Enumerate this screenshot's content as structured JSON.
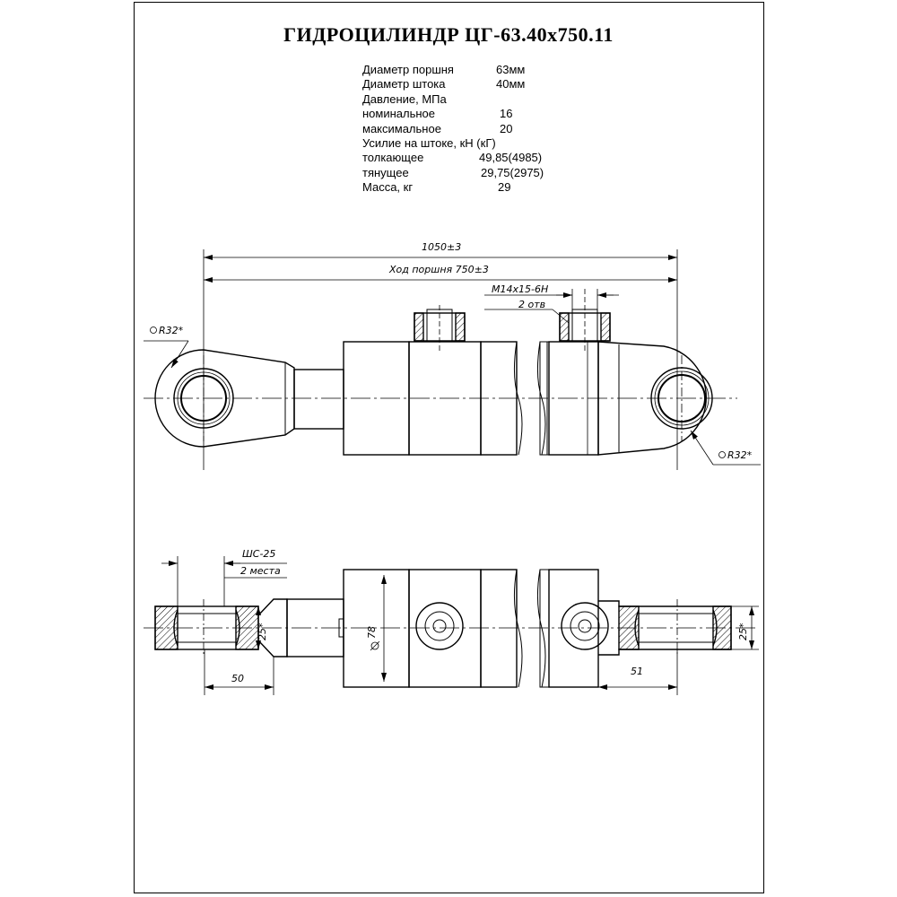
{
  "title": "ГИДРОЦИЛИНДР  ЦГ-63.40х750.11",
  "specs": [
    {
      "label": "Диаметр поршня",
      "value": "63мм"
    },
    {
      "label": "Диаметр штока",
      "value": "40мм"
    },
    {
      "label": "Давление, МПа",
      "value": ""
    },
    {
      "label": "номинальное",
      "value": "16"
    },
    {
      "label": "максимальное",
      "value": "20"
    },
    {
      "label": "Усилие на штоке, кН (кГ)",
      "value": ""
    },
    {
      "label": "толкающее",
      "value": "49,85(4985)"
    },
    {
      "label": "тянущее",
      "value": "29,75(2975)"
    },
    {
      "label": "Масса, кг",
      "value": "29"
    }
  ],
  "dims": {
    "overall": "1050±3",
    "stroke": "Ход поршня 750±3",
    "thread": "М14х15-6Н",
    "thread_count": "2 отв",
    "radius_left": "R32*",
    "radius_right": "R32*",
    "bearing": "ШС-25",
    "bearing_count": "2 места",
    "width_left": "50",
    "width_right": "51",
    "diameter": "78",
    "eye_left": "25*",
    "eye_right": "25*"
  }
}
